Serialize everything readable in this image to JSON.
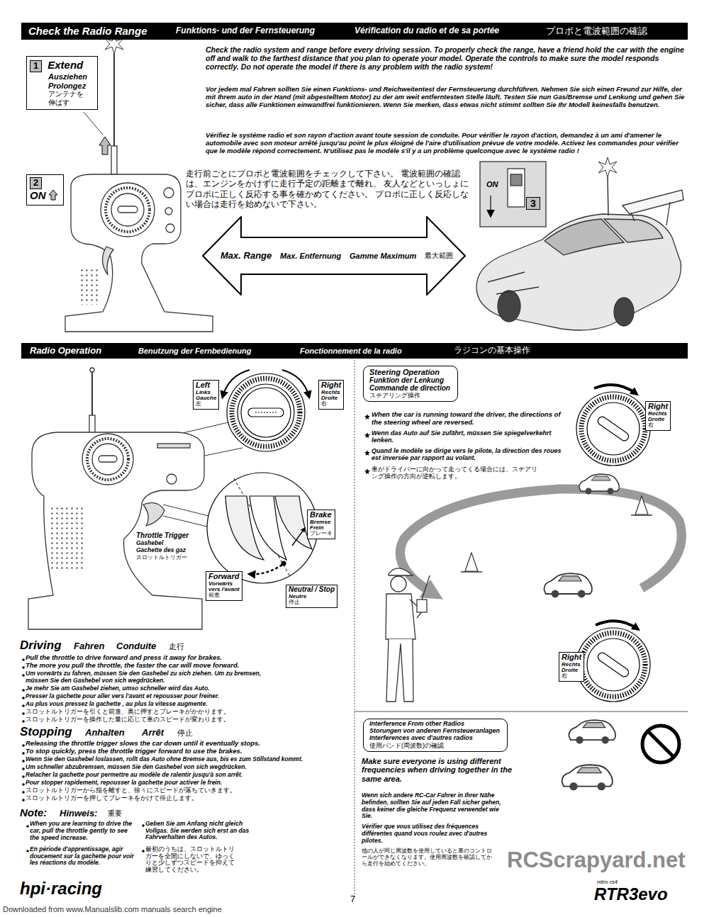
{
  "diagram": {
    "nodes": [
      {
        "text": [
          "Check the Radio Range",
          "Funktions- und der Fernsteuerung",
          "Vérification du radio et de sa portée",
          "プロポと電波範囲の確認"
        ]
      },
      {
        "text": [
          "1",
          "Extend",
          "Ausziehen",
          "Prolongez",
          "アンテナを 伸ばす"
        ]
      },
      {
        "text": [
          "2",
          "ON"
        ]
      },
      {
        "text": [
          "3"
        ]
      },
      {
        "text": [
          "Max. Range",
          "Max. Entfernung",
          "Gamme Maximum",
          "最大範囲"
        ]
      },
      {
        "text": [
          "Radio Operation",
          "Benutzung der Fernbedienung",
          "Fonctionnement de la radio",
          "ラジコンの基本操作"
        ]
      },
      {
        "text": [
          "Left",
          "Links",
          "Gauche",
          "左"
        ]
      },
      {
        "text": [
          "Right",
          "Rechts",
          "Droite",
          "右"
        ]
      },
      {
        "text": [
          "Brake",
          "Bremse",
          "Frein",
          "ブレーキ"
        ]
      },
      {
        "text": [
          "Forward",
          "Vorwärts",
          "vers l'avant",
          "前進"
        ]
      },
      {
        "text": [
          "Neutral / Stop",
          "Neutre",
          "停止"
        ]
      },
      {
        "text": [
          "Steering Operation",
          "Funktion der Lenkung",
          "Commande de direction",
          "ステアリング操作"
        ]
      },
      {
        "text": [
          "Right",
          "Rechts",
          "Droite",
          "右"
        ]
      },
      {
        "text": [
          "Right",
          "Rechts",
          "Droite",
          "右"
        ]
      },
      {
        "text": [
          "Interference From other Radios",
          "Storungen von anderen Fernsteueranlagen",
          "Interferences avec d'autres radios",
          "使用バンド(周波数)の確認"
        ]
      }
    ],
    "labels": [
      "Check the radio system and range before every driving session. To properly check the range, have a friend hold the car with the engine off and walk to the farthest distance that you plan to operate your model. Operate the controls to make sure the model responds correctly. Do not operate the model if there is any problem with the radio system!",
      "Vor jedem mal Fahren sollten Sie einen Funktions- und Reichweitentest der Fernsteuerung durchführen. Nehmen Sie sich einen Freund zur Hilfe, der mit Ihrem auto in der Hand (mit abgestelltem Motor) zu der am weit entferntesten Stelle läuft. Testen Sie nun Gas/Bremse und Lenkung und gehen Sie sicher, dass alle Funktionen einwandfrei funktionieren. Wenn Sie merken, dass etwas nicht stimmt sollten Sie Ihr Modell keinesfalls benutzen.",
      "Vérifiez le systéme radio et son rayon d'action avant toute session de conduite. Pour vérifier le rayon d'action, demandez à un ami d'amener le automobile avec son moteur arrêté jusqu'au point le plus éloigné de l'aire d'utilisation prévue de votre modèle. Activez les commandes pour vérifier que le modèle répond correctement. N'utilisez pas le modèle s'il y a un problème quelconque avec le systéme radio !",
      "走行前ごとにプロポと電波範囲をチェックして下さい。 電波範囲の確認は、エンジンをかけずに走行予定の距離まで離れ、 友人などといっしょにプロポに正しく反応する事を確かめてください。 プロポに正しく反応しない場合は走行を始めないで下さい。",
      "ON",
      "Throttle Trigger",
      "Gashebel",
      "Gachette des gaz",
      "スロットルトリガー",
      "Driving",
      "Fahren",
      "Conduite",
      "走行",
      "Pull the throttle to drive forward and press it away for brakes.",
      "The more you pull the throttle, the faster the car will move forward.",
      "Um vorwärts zu fahren, müssen Sie den Gashebel zu sich ziehen. Um zu bremsen, müssen Sie den Gashebel von sich wegdrücken.",
      "Je mehr Sie am Gashebel ziehen, umso schneller wird das Auto.",
      "Presser la gachette pour aller vers l'avant et repousser pour freiner.",
      "Au plus vous pressez la gachette , au plus la vitesse augmente.",
      "スロットルトリガーを引くと前進、奥に押すとブレーキがかかります。",
      "スロットルトリガーを操作した量に応じて車のスピードが変わります。",
      "Stopping",
      "Anhalten",
      "Arrêt",
      "停止",
      "Releasing the throttle trigger slows the car down until it eventually stops.",
      "To stop quickly, press the throttle trigger forward to use the brakes.",
      "Wenn Sie den Gashebel loslassen, rollt das Auto ohne Bremse aus, bis es zum Stillstand kommt.",
      "Um schneller abzubremsen, müssen Sie den Gashebel von sich wegdrücken.",
      "Relacher la gachette pour permettre au modèle de ralentir jusqu'à son arrêt.",
      "Pour stopper rapidement, repousser la gachette pour activer le frein.",
      "スロットルトリガーから指を離すと、徐々にスピードが落ちていきます。",
      "スロットルトリガーを押してブレーキをかけて停止します。",
      "Note:",
      "Hinweis:",
      "重要",
      "When you are learning to drive the car, pull the throttle gently to see the speed increase.",
      "Geben Sie am Anfang nicht gleich Vollgas. Sie werden sich erst an das Fahrverhalten des Autos.",
      "En période d'apprentissage, agir doucement sur la gachette pour voir les réactions du modèle.",
      "最初のうちは、スロットルトリガーを全開にしないで、ゆっくりと少しずつスピードを抑えて練習してください。",
      "When the car is running toward the driver, the directions of the steering wheel are reversed.",
      "Wenn das Auto auf Sie zufährt, müssen Sie spiegelverkehrt lenken.",
      "Quand le modèle se dirige vers le pilote, la direction des roues est inversée par rapport au volant.",
      "車がドライバーに向かって走ってくる場合には、ステアリング操作の方向が逆転します。",
      "Make sure everyone is using different frequencies when driving together in the same area.",
      "Wenn sich andere RC-Car Fahrer in Ihrer Nähe befinden, sollten Sie auf jeden Fall sicher gehen, dass keiner die gleiche Frequenz verwendet wie Sie.",
      "Vérifier que vous utilisez des fréquences différentes quand vous roulez avec d'autres pilotes.",
      "他の人が同じ周波数を使用していると車のコントロールができなくなります。使用周波数を確認してから走行を始めてください。",
      "hpi·racing",
      "7",
      "nitro rs4",
      "RTR3evo",
      "Downloaded from www.Manualslib.com manuals search engine",
      "RCScrapyard.net"
    ]
  }
}
